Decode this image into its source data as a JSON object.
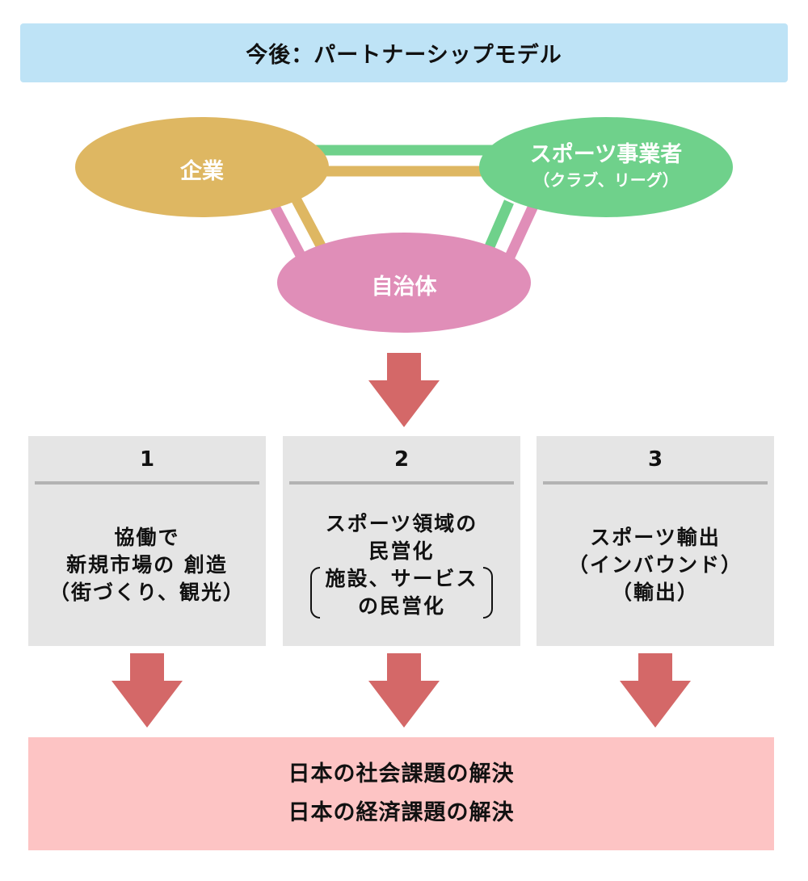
{
  "header": {
    "title": "今後：パートナーシップモデル"
  },
  "colors": {
    "header_bg": "#bee3f6",
    "company": "#deb762",
    "sports": "#6fd18b",
    "municipality": "#e08eb8",
    "arrow": "#d46868",
    "box_bg": "#e5e5e5",
    "result_bg": "#fdc4c4"
  },
  "nodes": {
    "company": {
      "label": "企業"
    },
    "sports": {
      "label": "スポーツ事業者",
      "sublabel": "（クラブ、リーグ）"
    },
    "municipality": {
      "label": "自治体"
    }
  },
  "boxes": [
    {
      "number": "1",
      "lines": [
        "協働で",
        "新規市場の 創造",
        "（街づくり、観光）"
      ]
    },
    {
      "number": "2",
      "lines": [
        "スポーツ領域の",
        "民営化"
      ],
      "paren_lines": [
        "施設、サービス",
        "の民営化"
      ]
    },
    {
      "number": "3",
      "lines": [
        "スポーツ輸出",
        "（インバウンド）",
        "（輸出）"
      ]
    }
  ],
  "result": {
    "lines": [
      "日本の社会課題の解決",
      "日本の経済課題の解決"
    ]
  }
}
